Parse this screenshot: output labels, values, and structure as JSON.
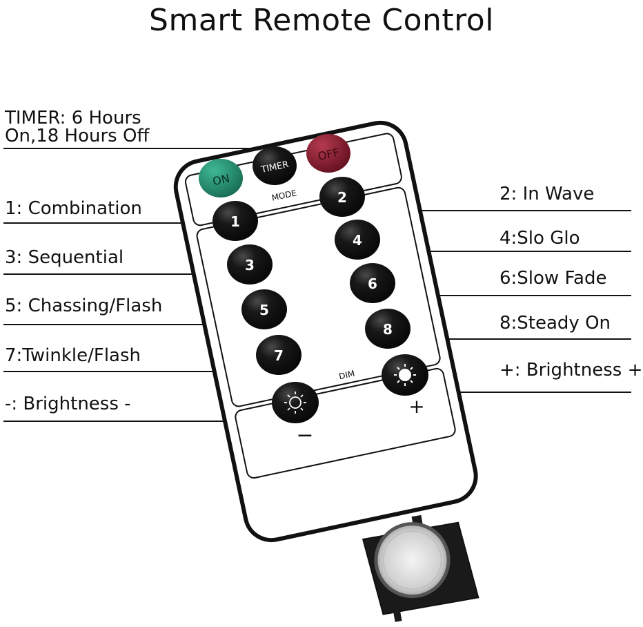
{
  "title": "Smart Remote Control",
  "top_buttons": {
    "on": "ON",
    "timer": "TIMER",
    "off": "OFF"
  },
  "section_labels": {
    "mode": "MODE",
    "dim": "DIM"
  },
  "number_buttons": [
    "1",
    "2",
    "3",
    "4",
    "5",
    "6",
    "7",
    "8"
  ],
  "dim_symbols": {
    "minus": "−",
    "plus": "+"
  },
  "labels": {
    "timer_line1": "TIMER: 6 Hours",
    "timer_line2": "On,18 Hours Off",
    "combination": "1: Combination",
    "sequential": "3: Sequential",
    "chassing": "5: Chassing/Flash",
    "twinkle": "7:Twinkle/Flash",
    "brightness_minus": "-: Brightness -",
    "in_wave": "2: In Wave",
    "slo_glo": "4:Slo Glo",
    "slow_fade": "6:Slow Fade",
    "steady_on": "8:Steady On",
    "brightness_plus": "+: Brightness +"
  },
  "colors": {
    "on_button": "#1f8a6e",
    "timer_button": "#151515",
    "off_button": "#7a1526",
    "button_black": "#141414",
    "outline": "#111111"
  }
}
